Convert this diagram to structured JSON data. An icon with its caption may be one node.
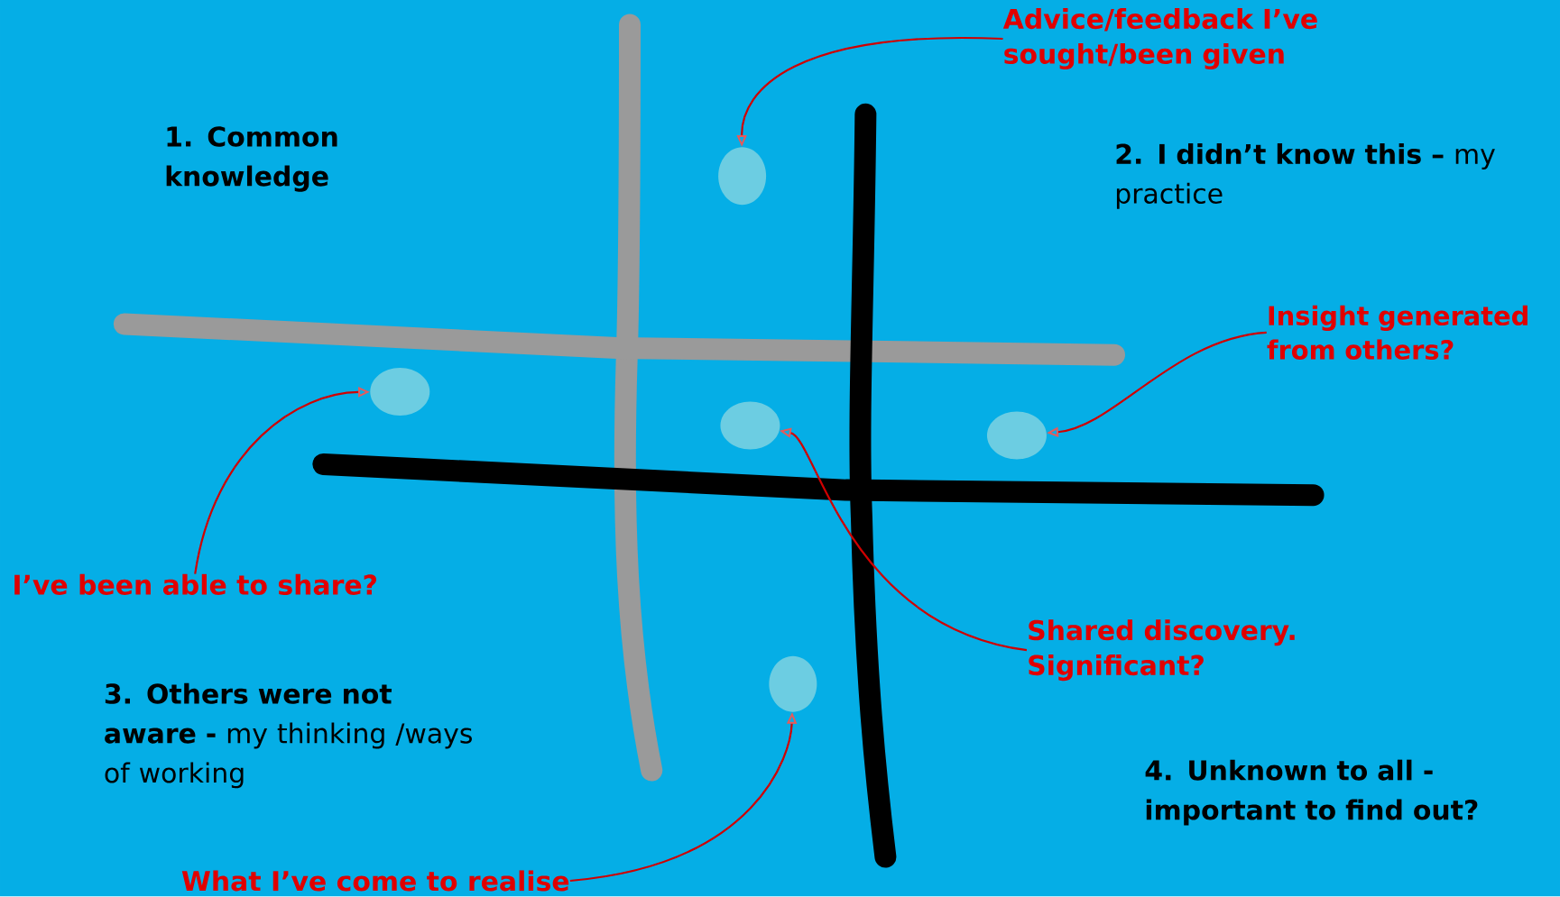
{
  "diagram": {
    "nodes": [
      {
        "text": [
          "Advice/feedback I’ve sought/been given"
        ]
      },
      {
        "text": [],
        "shape": "ellipse"
      },
      {
        "text": [
          "Insight generated from others?"
        ]
      },
      {
        "text": [],
        "shape": "ellipse"
      },
      {
        "text": [
          "I’ve been able to share?"
        ]
      },
      {
        "text": [],
        "shape": "ellipse"
      },
      {
        "text": [
          "Shared discovery. Significant?"
        ]
      },
      {
        "text": [],
        "shape": "ellipse"
      },
      {
        "text": [
          "What I’ve come to realise"
        ]
      },
      {
        "text": [],
        "shape": "ellipse"
      }
    ],
    "edges": [
      {
        "from": 0,
        "to": 1,
        "arrow": "to"
      },
      {
        "from": 2,
        "to": 3,
        "arrow": "to"
      },
      {
        "from": 4,
        "to": 5,
        "arrow": "to"
      },
      {
        "from": 6,
        "to": 7,
        "arrow": "to"
      },
      {
        "from": 8,
        "to": 9,
        "arrow": "to"
      }
    ],
    "labels": [
      "1. Common knowledge",
      "**2. I didn’t know this –** my practice",
      "**3. Others were not aware -** my thinking /ways of working",
      "4. Unknown to all - important to find out?"
    ]
  }
}
